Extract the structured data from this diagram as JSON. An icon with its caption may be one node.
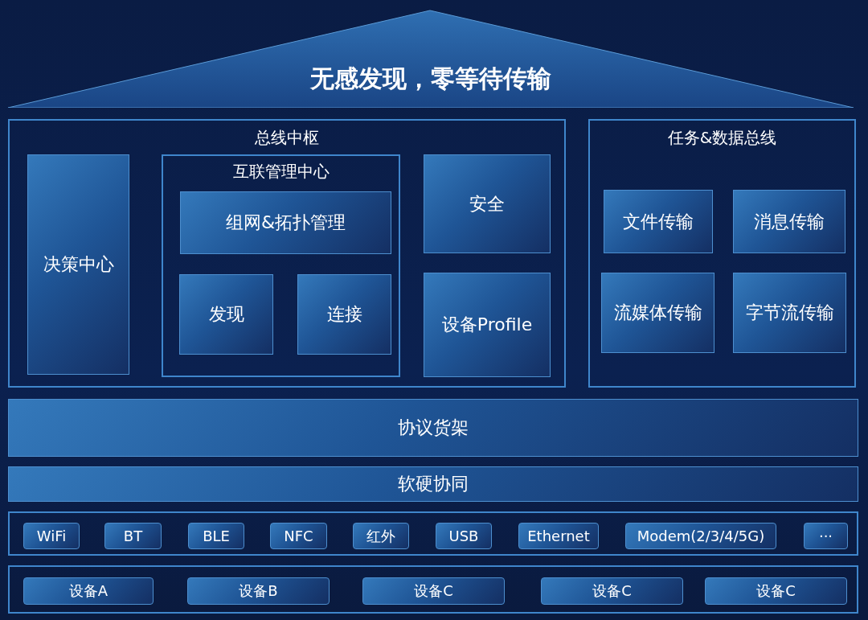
{
  "diagram": {
    "nodes": [
      {
        "text": [
          "无感发现，零等待传输"
        ]
      },
      {
        "text": [
          "总线中枢"
        ]
      },
      {
        "text": [
          "决策中心"
        ],
        "in": 1
      },
      {
        "text": [
          "互联管理中心"
        ],
        "in": 1
      },
      {
        "text": [
          "组网&拓扑管理"
        ],
        "in": 3
      },
      {
        "text": [
          "发现"
        ],
        "in": 3
      },
      {
        "text": [
          "连接"
        ],
        "in": 3
      },
      {
        "text": [
          "安全"
        ],
        "in": 1
      },
      {
        "text": [
          "设备Profile"
        ],
        "in": 1
      },
      {
        "text": [
          "任务&数据总线"
        ]
      },
      {
        "text": [
          "文件传输"
        ],
        "in": 9
      },
      {
        "text": [
          "消息传输"
        ],
        "in": 9
      },
      {
        "text": [
          "流媒体传输"
        ],
        "in": 9
      },
      {
        "text": [
          "字节流传输"
        ],
        "in": 9
      },
      {
        "text": [
          "协议货架"
        ]
      },
      {
        "text": [
          "软硬协同"
        ]
      },
      {
        "text": [],
        "shape": "box"
      },
      {
        "text": [
          "WiFi"
        ],
        "in": 16
      },
      {
        "text": [
          "BT"
        ],
        "in": 16
      },
      {
        "text": [
          "BLE"
        ],
        "in": 16
      },
      {
        "text": [
          "NFC"
        ],
        "in": 16
      },
      {
        "text": [
          "红外"
        ],
        "in": 16
      },
      {
        "text": [
          "USB"
        ],
        "in": 16
      },
      {
        "text": [
          "Ethernet"
        ],
        "in": 16
      },
      {
        "text": [
          "Modem(2/3/4/5G)"
        ],
        "in": 16
      },
      {
        "text": [
          "···"
        ],
        "in": 16
      },
      {
        "text": [],
        "shape": "box"
      },
      {
        "text": [
          "设备A"
        ],
        "in": 26
      },
      {
        "text": [
          "设备B"
        ],
        "in": 26
      },
      {
        "text": [
          "设备C"
        ],
        "in": 26
      },
      {
        "text": [
          "设备C"
        ],
        "in": 26
      },
      {
        "text": [
          "设备C"
        ],
        "in": 26
      }
    ],
    "edges": []
  }
}
